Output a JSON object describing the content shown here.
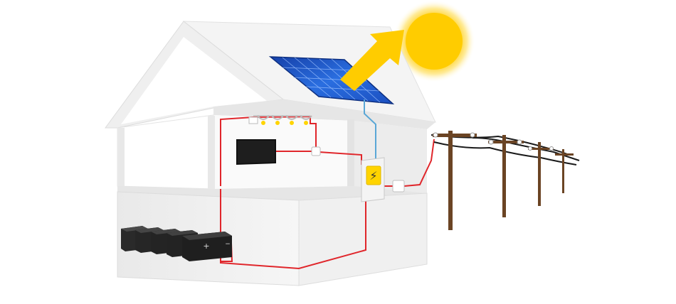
{
  "battery_symbols": {
    "plus": "+",
    "minus": "−"
  },
  "inverter_symbol": "⚡",
  "colors": {
    "wire": "#e0262b",
    "panel_wire": "#5aa7d6",
    "sun": "#ffcc00",
    "sun_arrow": "#ffcc00",
    "pole": "#6b4424",
    "power_line": "#1a1a1a",
    "house_wall": "#eeeeee",
    "house_roof": "#f5f5f5",
    "solar_panel": "#1e56c8",
    "battery": "#222222",
    "tv": "#111111",
    "inverter_icon": "#ffd400"
  },
  "components": {
    "solar_panel_icon": "solar-panel-icon",
    "sun_icon": "sun-icon",
    "battery_icon": "battery-icon",
    "tv_icon": "tv-icon",
    "inverter_icon": "inverter-icon",
    "utility_pole_icon": "utility-pole-icon",
    "lamp_icon": "ceiling-lamp-icon"
  },
  "counts": {
    "batteries": 5,
    "ceiling_lamps": 4,
    "utility_poles": 4
  }
}
